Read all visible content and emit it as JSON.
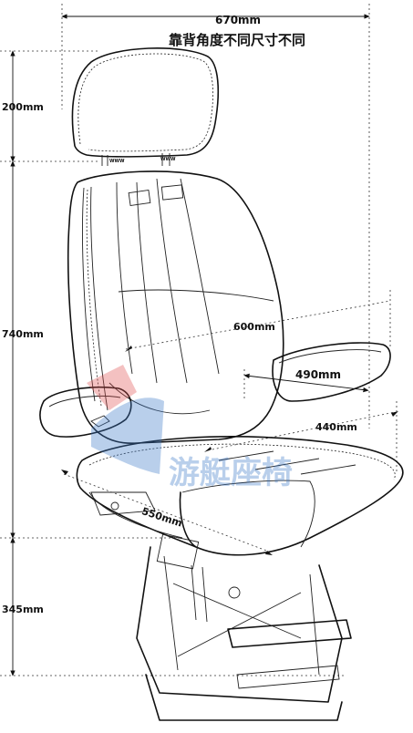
{
  "dimensions": {
    "width_top": "670mm",
    "headrest_height": "200mm",
    "backrest_height": "740mm",
    "base_height": "345mm",
    "backrest_width": "600mm",
    "armrest_length": "490mm",
    "cushion_width": "440mm",
    "cushion_depth": "550mm"
  },
  "note": "靠背角度不同尺寸不同",
  "watermark": "游艇座椅",
  "colors": {
    "line": "#111111",
    "watermark_blue": "#3a78c8",
    "watermark_red": "#e05050"
  }
}
